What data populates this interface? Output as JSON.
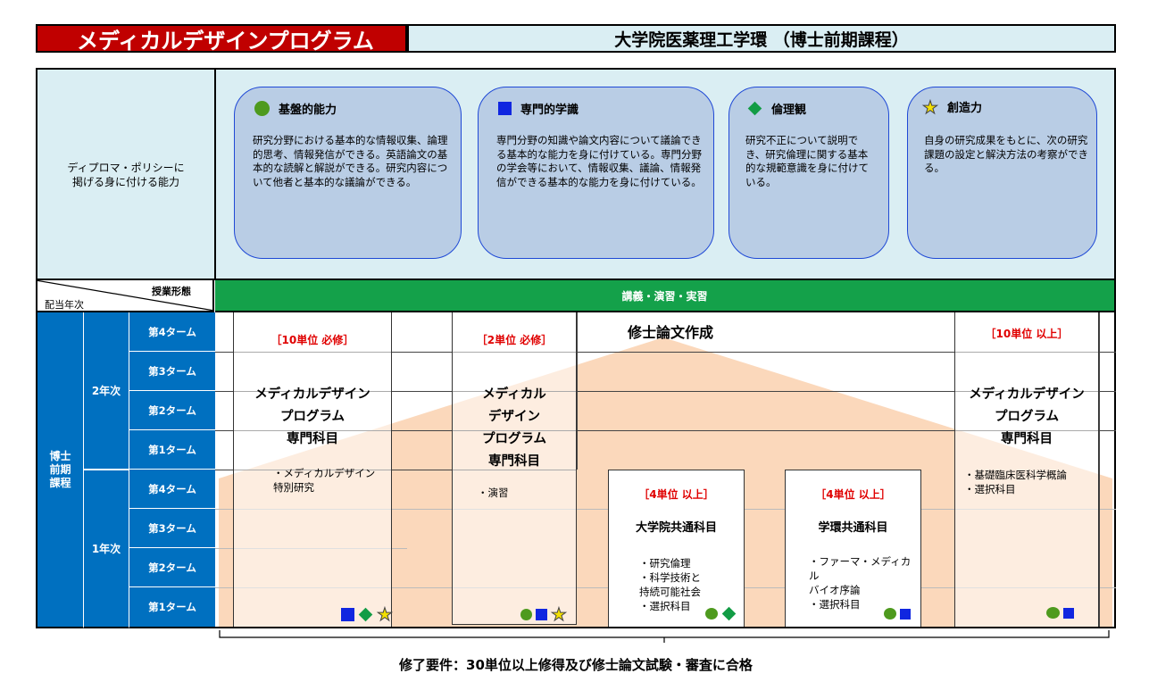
{
  "header": {
    "program": "メディカルデザインプログラム",
    "school": "大学院医薬理工学環 （博士前期課程）"
  },
  "diploma": {
    "label": "ディプロマ・ポリシーに\n掲げる身に付ける能力",
    "cards": [
      {
        "icon": "green-circle",
        "title": "基盤的能力",
        "body": "研究分野における基本的な情報収集、論理的思考、情報発信ができる。英語論文の基本的な読解と解説ができる。研究内容について他者と基本的な議論ができる。"
      },
      {
        "icon": "blue-square",
        "title": "専門的学識",
        "body": "専門分野の知識や論文内容について議論できる基本的な能力を身に付けている。専門分野の学会等において、情報収集、議論、情報発信ができる基本的な能力を身に付けている。"
      },
      {
        "icon": "green-diamond",
        "title": "倫理観",
        "body": "研究不正について説明でき、研究倫理に関する基本的な規範意識を身に付けている。"
      },
      {
        "icon": "yellow-star",
        "title": "創造力",
        "body": "自身の研究成果をもとに、次の研究課題の設定と解決方法の考察ができる。"
      }
    ]
  },
  "method": {
    "corner_top": "授業形態",
    "corner_bottom": "配当年次",
    "bar": "講義・演習・実習"
  },
  "years": {
    "course": "博士\n前期\n課程",
    "year2": "2年次",
    "year1": "1年次",
    "terms": [
      "第4ターム",
      "第3ターム",
      "第2ターム",
      "第1ターム",
      "第4ターム",
      "第3ターム",
      "第2ターム",
      "第1ターム"
    ]
  },
  "thesis": "修士論文作成",
  "columns": [
    {
      "req": "［10単位 必修］",
      "title": "メディカルデザイン\nプログラム\n専門科目",
      "items": "・メディカルデザイン\n 特別研究",
      "marks": [
        "blue-square",
        "green-diamond",
        "yellow-star"
      ]
    },
    {
      "req": "［2単位 必修］",
      "title": "メディカル\nデザイン\nプログラム\n専門科目",
      "items": "・演習",
      "marks": [
        "green-circle",
        "blue-square",
        "yellow-star"
      ]
    },
    {
      "req": "［4単位 以上］",
      "title": "大学院共通科目",
      "items": "・研究倫理\n・科学技術と\n 持続可能社会\n・選択科目",
      "marks": [
        "green-circle",
        "green-diamond"
      ]
    },
    {
      "req": "［4単位 以上］",
      "title": "学環共通科目",
      "items": "・ファーマ・メディカル\n バイオ序論\n・選択科目",
      "marks": [
        "green-circle",
        "blue-square"
      ]
    },
    {
      "req": "［10単位 以上］",
      "title": "メディカルデザイン\nプログラム\n専門科目",
      "items": "・基礎臨床医科学概論\n・選択科目",
      "marks": [
        "green-circle",
        "blue-square"
      ]
    }
  ],
  "footer": "修了要件：30単位以上修得及び修士論文試験・審査に合格",
  "colors": {
    "red": "#c00000",
    "light_blue": "#daeef3",
    "card": "#b9cde5",
    "green_bar": "#14a14a",
    "blue": "#0070c0",
    "house": "#fbd4b4"
  }
}
